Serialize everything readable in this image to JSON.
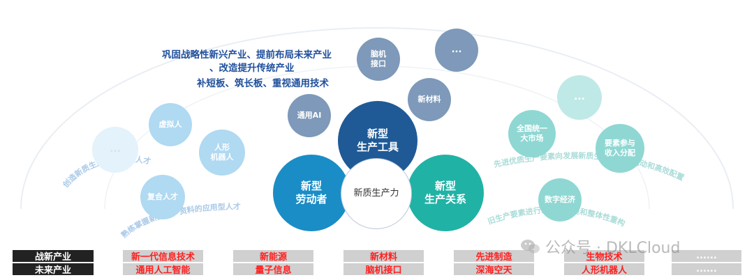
{
  "headlines": [
    "巩固战略性新兴产业、提前布局未来产业",
    "、改造提升传统产业",
    "补短板、筑长板、重视通用技术"
  ],
  "center": {
    "core": "新质生产力",
    "tools": "新型\n生产工具",
    "workers": "新型\n劳动者",
    "relations": "新型\n生产关系"
  },
  "tool_bubbles": [
    "通用AI",
    "脑机\n接口",
    "新材料",
    "..."
  ],
  "worker_bubbles": [
    "虚拟人",
    "人形\n机器人",
    "复合人才",
    "..."
  ],
  "relation_bubbles": [
    "全国统一\n大市场",
    "要素参与\n收入分配",
    "数字经济",
    "..."
  ],
  "curve_labels": {
    "left_upper": "创造新质生产力的战略人才",
    "left_lower": "熟练掌握新质生产资料的应用型人才",
    "right_upper": "先进优质生产要素向发展新质生产力顺畅流动和高效配置",
    "right_lower": "旧生产要素进行系统性重塑和整体性重构"
  },
  "table": {
    "row_labels": [
      "战新产业",
      "未来产业"
    ],
    "row1": [
      "新一代信息技术",
      "新能源",
      "新材料",
      "先进制造",
      "生物技术",
      "......"
    ],
    "row2": [
      "通用人工智能",
      "量子信息",
      "脑机接口",
      "深海空天",
      "人形机器人",
      "......"
    ]
  },
  "watermark": "公众号 · DKLCloud",
  "colors": {
    "navy": "#1f5a96",
    "blue": "#1a8dc6",
    "teal": "#21b2a6",
    "bubble_slate": "#7e99b9",
    "bubble_light_blue": "#b0d9f2",
    "bubble_teal": "#8fd7d3",
    "row_label_bg": "#222222",
    "cell_bg": "#d0d0d0"
  }
}
